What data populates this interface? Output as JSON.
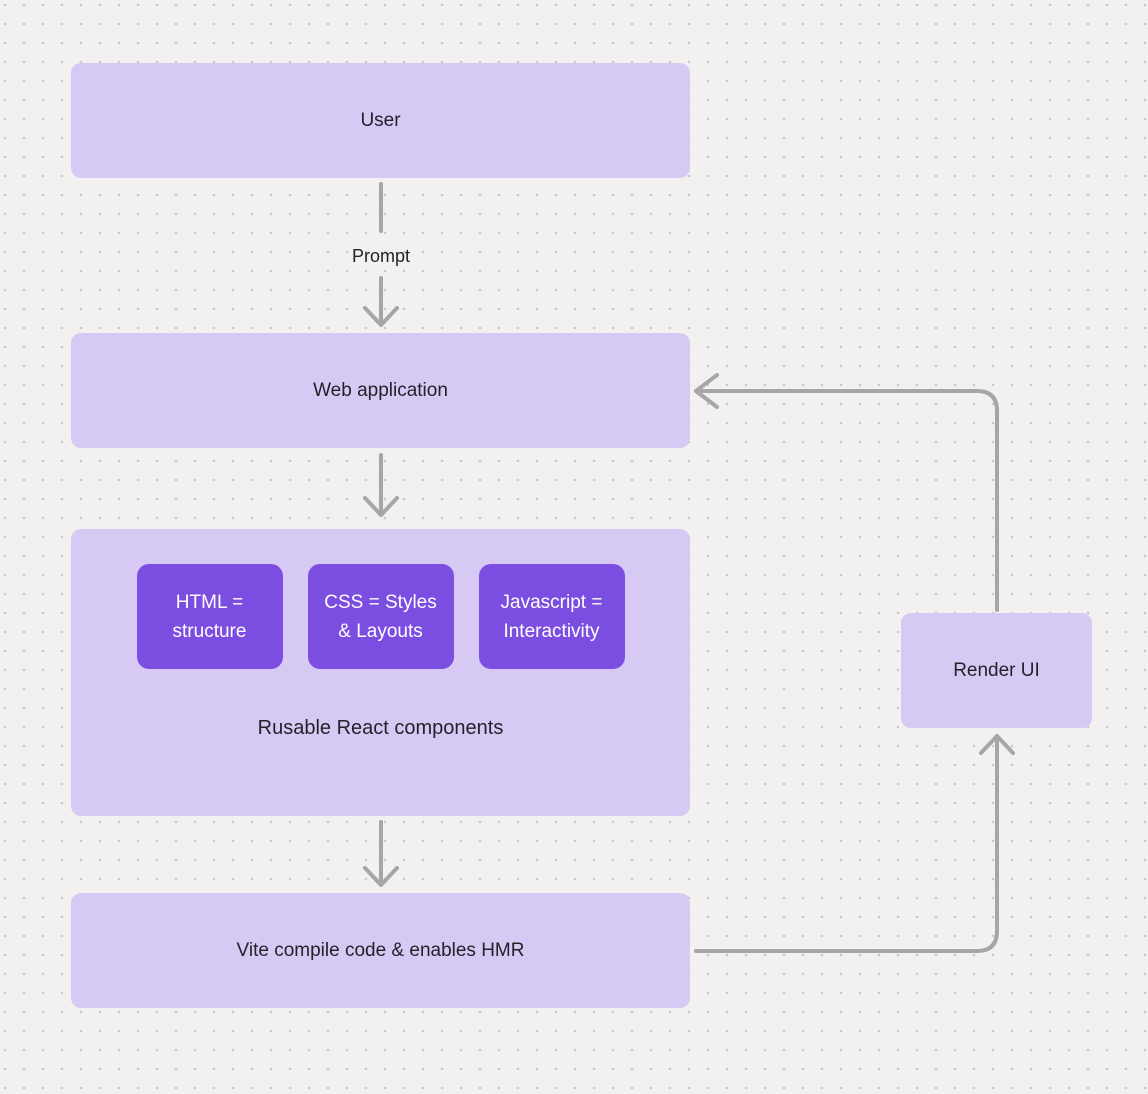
{
  "colors": {
    "background": "#f2f1ef",
    "dot": "#c9c6c4",
    "node_fill": "#d6caf5",
    "chip_fill": "#7c4de1",
    "connector": "#a8a5a5",
    "text_dark": "#242229",
    "text_light": "#ffffff"
  },
  "nodes": {
    "user": {
      "label": "User"
    },
    "web_application": {
      "label": "Web application"
    },
    "components": {
      "label": "Rusable React components",
      "chips": [
        {
          "line1": "HTML =",
          "line2": "structure"
        },
        {
          "line1": "CSS = Styles",
          "line2": "& Layouts"
        },
        {
          "line1": "Javascript =",
          "line2": "Interactivity"
        }
      ]
    },
    "vite": {
      "label": "Vite compile code & enables HMR"
    },
    "render_ui": {
      "label": "Render UI"
    }
  },
  "edges": {
    "user_to_webapp_label": "Prompt"
  }
}
